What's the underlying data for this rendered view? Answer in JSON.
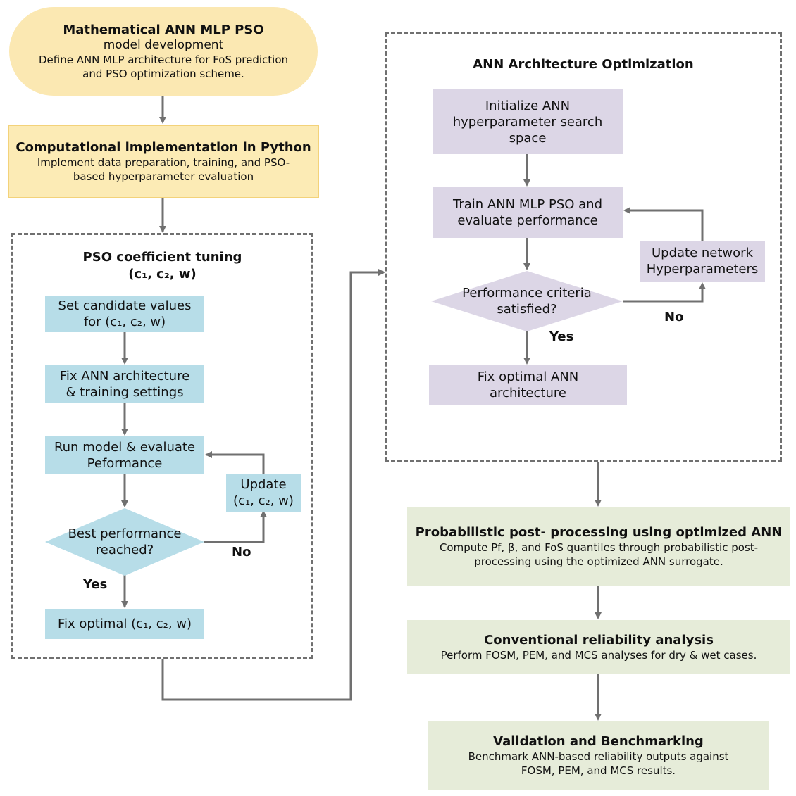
{
  "model_dev": {
    "title": "Mathematical ANN MLP PSO",
    "line2": "model development",
    "line3": "Define ANN MLP architecture for FoS prediction",
    "line4": "and PSO optimization scheme."
  },
  "comp_impl": {
    "title": "Computational implementation in Python",
    "line2": "Implement data preparation, training, and PSO-",
    "line3": "based hyperparameter evaluation"
  },
  "pso_tuning": {
    "title": "PSO coefficient tuning",
    "subtitle": "(c₁, c₂, w)",
    "set_candidate": [
      "Set candidate values",
      "for (c₁, c₂, w)"
    ],
    "fix_arch": [
      "Fix ANN architecture",
      "& training settings"
    ],
    "run_model": [
      "Run model & evaluate",
      "Peformance"
    ],
    "best_perf": [
      "Best performance",
      "reached?"
    ],
    "update": [
      "Update",
      "(c₁, c₂, w)"
    ],
    "fix_optimal": "Fix optimal (c₁, c₂, w)",
    "yes": "Yes",
    "no": "No"
  },
  "ann_opt": {
    "title": "ANN Architecture Optimization",
    "init": [
      "Initialize ANN",
      "hyperparameter search",
      "space"
    ],
    "train": [
      "Train ANN MLP PSO  and",
      "evaluate performance"
    ],
    "criteria": [
      "Performance criteria",
      "satisfied?"
    ],
    "update_net": [
      "Update network",
      "Hyperparameters"
    ],
    "fix_optimal": [
      "Fix optimal ANN",
      "architecture"
    ],
    "yes": "Yes",
    "no": "No"
  },
  "prob_post": {
    "title": "Probabilistic post- processing using optimized ANN",
    "line2": "Compute Pf, β, and FoS quantiles through probabilistic post-",
    "line3": "processing using the optimized ANN surrogate."
  },
  "conv_rel": {
    "title": "Conventional reliability analysis",
    "line2": "Perform FOSM, PEM, and MCS analyses for dry & wet cases."
  },
  "validation": {
    "title": "Validation and Benchmarking",
    "line2": "Benchmark ANN-based reliability outputs against",
    "line3": "FOSM, PEM, and MCS results."
  },
  "colors": {
    "pill": "#fbe8b2",
    "yellow_box": "#fcebb5",
    "blue_box": "#b7dde8",
    "purple_box": "#dcd6e6",
    "green_box": "#e6ecd9",
    "arrow": "#707070"
  }
}
